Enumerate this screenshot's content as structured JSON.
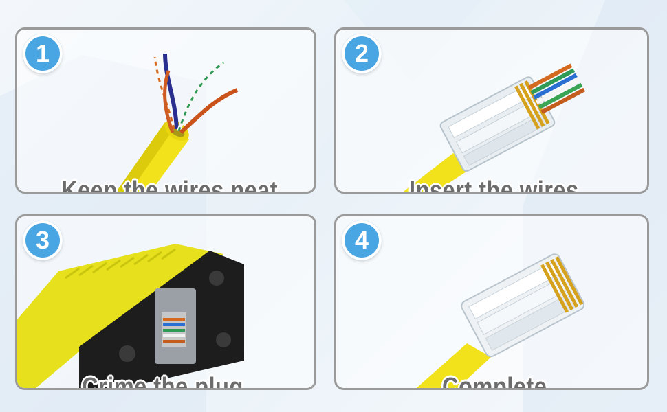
{
  "steps": [
    {
      "number": "1",
      "label": "Keep the wires neat"
    },
    {
      "number": "2",
      "label": "Insert the wires"
    },
    {
      "number": "3",
      "label": "Crime the plug"
    },
    {
      "number": "4",
      "label": "Complete"
    }
  ],
  "colors": {
    "badge": "#4aa6e3",
    "caption": "#6c6c6c",
    "panel_border": "#9a9a9a",
    "cable_yellow": "#f2e21b"
  },
  "illustrations": {
    "step1": "stripped-yellow-cable-icon",
    "step2": "rj45-plug-inserting-wires-icon",
    "step3": "crimping-tool-icon",
    "step4": "crimped-rj45-plug-icon"
  }
}
